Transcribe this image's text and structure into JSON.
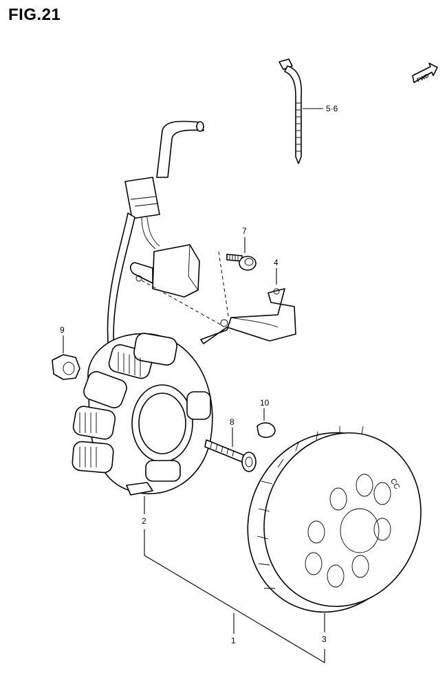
{
  "figure": {
    "title": "FIG.21"
  },
  "fwd_badge": {
    "text": "FWD"
  },
  "callouts": {
    "c1": "1",
    "c2": "2",
    "c3": "3",
    "c4": "4",
    "c56": "5·6",
    "c7": "7",
    "c8": "8",
    "c9": "9",
    "c10": "10"
  },
  "flywheel_mark": {
    "text": "CC"
  }
}
